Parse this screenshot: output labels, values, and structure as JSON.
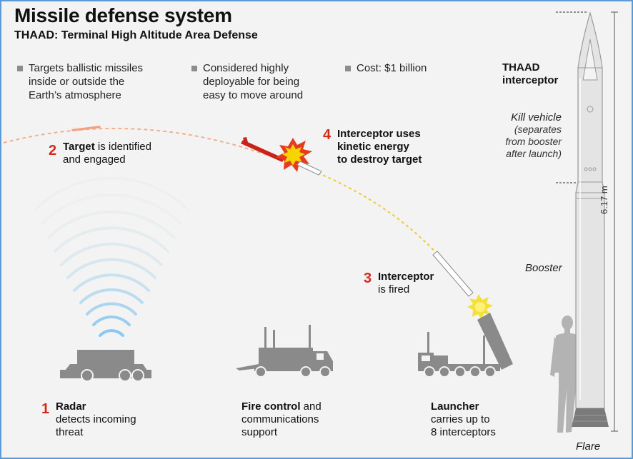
{
  "title": "Missile defense system",
  "subtitle": "THAAD: Terminal High Altitude Area Defense",
  "bullets": [
    {
      "line1": "Targets ballistic missiles",
      "line2": "inside or outside the",
      "line3": "Earth’s atmosphere"
    },
    {
      "line1": "Considered highly",
      "line2": "deployable for being",
      "line3": "easy to move around"
    },
    {
      "line1": "Cost: $1 billion"
    }
  ],
  "steps": {
    "s1": {
      "num": "1",
      "bold": "Radar",
      "rest1": "detects incoming",
      "rest2": "threat"
    },
    "s2": {
      "num": "2",
      "bold": "Target",
      "rest0": " is identified",
      "rest1": "and engaged"
    },
    "s3": {
      "num": "3",
      "bold": "Interceptor",
      "rest1": "is fired"
    },
    "s4": {
      "num": "4",
      "bold1": "Interceptor uses",
      "bold2": "kinetic energy",
      "bold3": "to destroy target"
    },
    "fire": {
      "bold": "Fire control",
      "rest0": " and",
      "rest1": "communications",
      "rest2": "support"
    },
    "launcher": {
      "bold": "Launcher",
      "rest1": "carries up to",
      "rest2": "8 interceptors"
    }
  },
  "interceptor": {
    "heading1": "THAAD",
    "heading2": "interceptor",
    "kill1": "Kill vehicle",
    "kill2": "(separates",
    "kill3": "from booster",
    "kill4": "after launch)",
    "booster": "Booster",
    "flare": "Flare",
    "height": "6.17 m"
  },
  "colors": {
    "accent": "#d42a1c",
    "border": "#5b9bd5",
    "vehicle": "#8a8a8a",
    "radar": "#8cc8f0"
  }
}
